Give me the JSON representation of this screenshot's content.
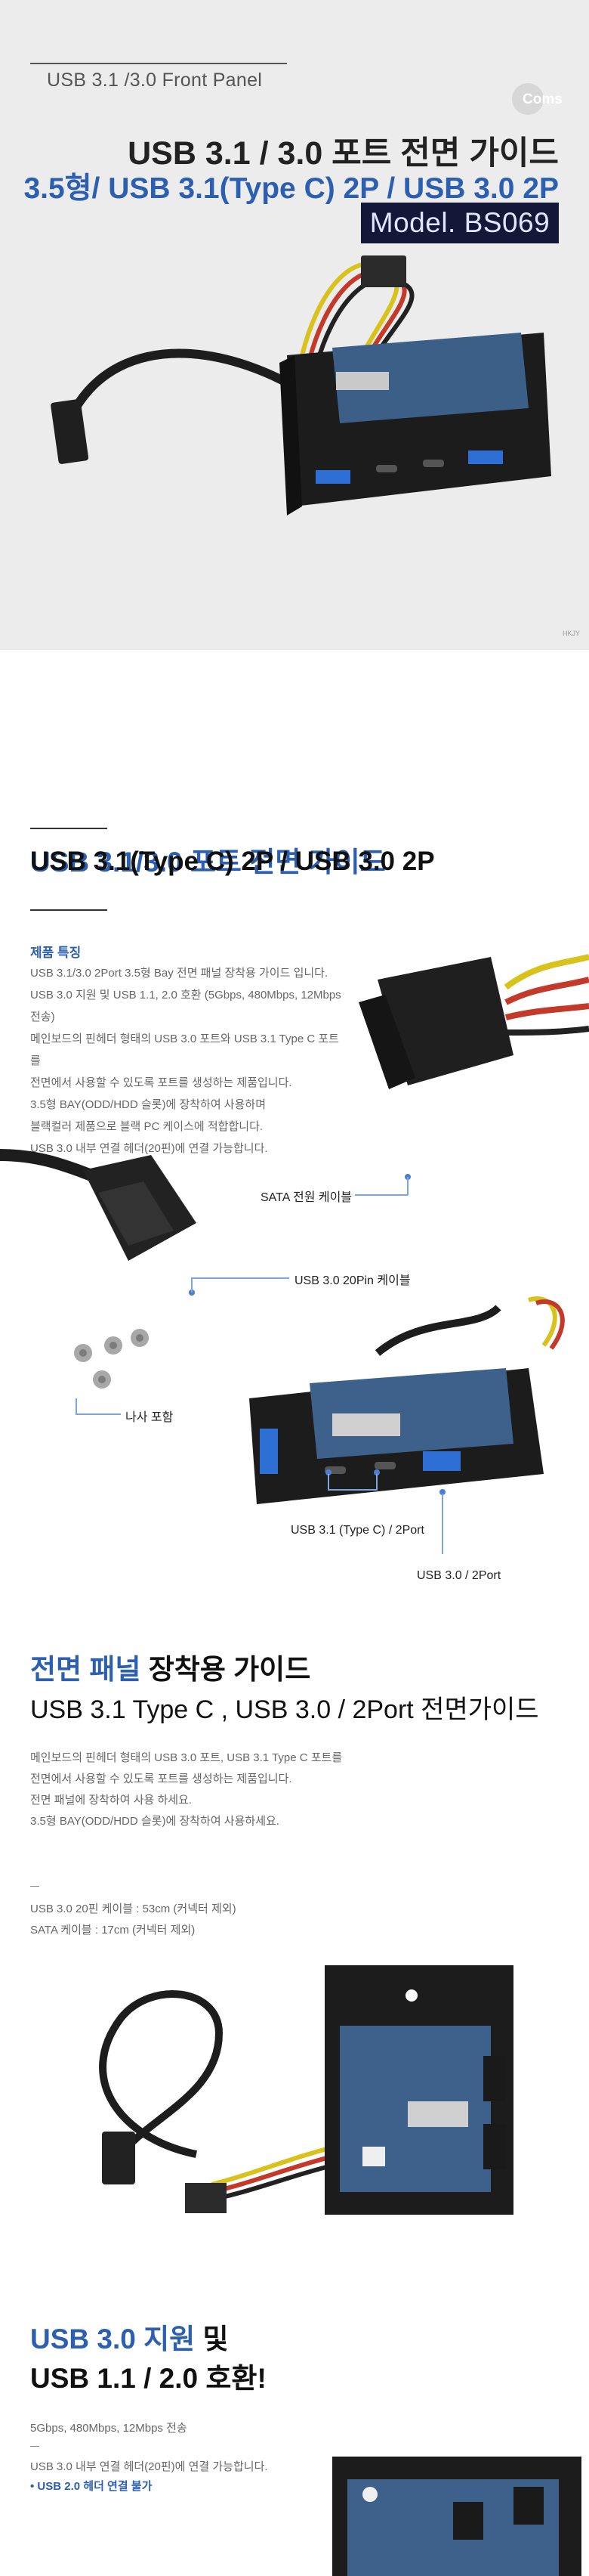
{
  "hero": {
    "subheading": "USB 3.1 /3.0 Front Panel",
    "brand": "Coms",
    "title": "USB 3.1 / 3.0 포트 전면 가이드",
    "subtitle": "3.5형/ USB 3.1(Type C) 2P / USB 3.0 2P",
    "model": "Model. BS069",
    "image_code": "HKJY"
  },
  "section1": {
    "title_line1": "USB 3.1/3.0 포트 전면 가이드",
    "title_line2": "USB 3.1(Type C) 2P / USB 3.0 2P",
    "features_label": "제품 특징",
    "features": [
      "USB 3.1/3.0 2Port 3.5형 Bay 전면 패널 장착용 가이드 입니다.",
      "USB 3.0 지원 및 USB 1.1, 2.0 호환 (5Gbps, 480Mbps, 12Mbps 전송)",
      "메인보드의 핀헤더 형태의 USB 3.0 포트와 USB 3.1 Type C 포트를",
      "전면에서 사용할 수 있도록 포트를 생성하는 제품입니다.",
      "3.5형 BAY(ODD/HDD 슬롯)에 장착하여 사용하며",
      "블랙컬러 제품으로 블랙 PC 케이스에 적합합니다.",
      "USB 3.0 내부 연결 헤더(20핀)에 연결 가능합니다."
    ],
    "callouts": {
      "sata": "SATA 전원 케이블",
      "pin20": "USB 3.0 20Pin 케이블",
      "screws": "나사 포함",
      "typec": "USB 3.1 (Type C) / 2Port",
      "usb30": "USB 3.0 / 2Port"
    }
  },
  "section2": {
    "title_blue": "전면 패널",
    "title_dark": " 장착용 가이드",
    "subtitle": "USB 3.1 Type C , USB 3.0 / 2Port 전면가이드",
    "lines": [
      "메인보드의 핀헤더 형태의 USB 3.0 포트, USB 3.1 Type C 포트를",
      "전면에서 사용할 수 있도록 포트를 생성하는 제품입니다.",
      "전면 패널에 장착하여 사용 하세요.",
      "3.5형 BAY(ODD/HDD 슬롯)에 장착하여 사용하세요."
    ],
    "spec1": "USB 3.0 20핀 케이블 : 53cm (커넥터 제외)",
    "spec2": "SATA 케이블 : 17cm (커넥터 제외)"
  },
  "section3": {
    "title_blue": "USB 3.0 지원",
    "title_dark": " 및",
    "title_line2": "USB 1.1 / 2.0 호환!",
    "speed": "5Gbps, 480Mbps, 12Mbps 전송",
    "header_note": "USB 3.0 내부 연결 헤더(20핀)에 연결 가능합니다.",
    "warning": "• USB 2.0 헤더 연결 불가"
  }
}
